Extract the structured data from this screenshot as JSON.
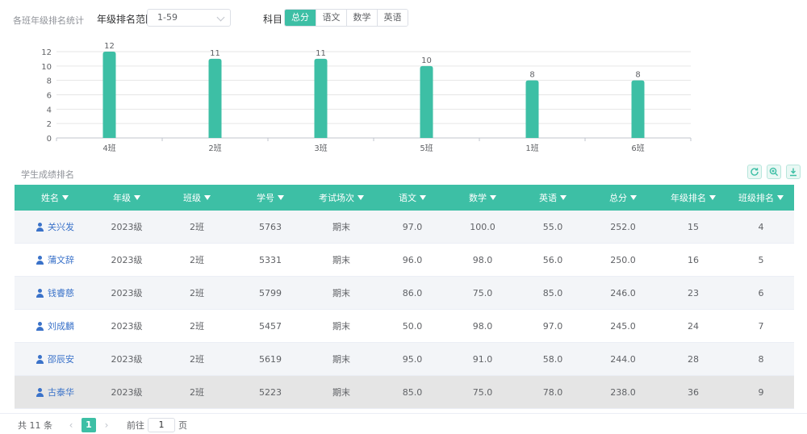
{
  "filters": {
    "chart_title": "各班年级排名统计",
    "range_label": "年级排名范围",
    "range_value": "1-59",
    "subject_label": "科目",
    "subjects": [
      {
        "label": "总分",
        "active": true
      },
      {
        "label": "语文",
        "active": false
      },
      {
        "label": "数学",
        "active": false
      },
      {
        "label": "英语",
        "active": false
      }
    ]
  },
  "chart_data": {
    "type": "bar",
    "categories": [
      "4班",
      "2班",
      "3班",
      "5班",
      "1班",
      "6班"
    ],
    "values": [
      12,
      11,
      11,
      10,
      8,
      8
    ],
    "ylim": [
      0,
      12
    ],
    "yticks": [
      0,
      2,
      4,
      6,
      8,
      10,
      12
    ],
    "data_labels": true,
    "grid": true,
    "bar_color": "#3dbfa5"
  },
  "table": {
    "title": "学生成绩排名",
    "columns": [
      "姓名",
      "年级",
      "班级",
      "学号",
      "考试场次",
      "语文",
      "数学",
      "英语",
      "总分",
      "年级排名",
      "班级排名"
    ],
    "rows": [
      [
        "关兴发",
        "2023级",
        "2班",
        "5763",
        "期末",
        "97.0",
        "100.0",
        "55.0",
        "252.0",
        "15",
        "4"
      ],
      [
        "蒲文辞",
        "2023级",
        "2班",
        "5331",
        "期末",
        "96.0",
        "98.0",
        "56.0",
        "250.0",
        "16",
        "5"
      ],
      [
        "钱睿慈",
        "2023级",
        "2班",
        "5799",
        "期末",
        "86.0",
        "75.0",
        "85.0",
        "246.0",
        "23",
        "6"
      ],
      [
        "刘成麟",
        "2023级",
        "2班",
        "5457",
        "期末",
        "50.0",
        "98.0",
        "97.0",
        "245.0",
        "24",
        "7"
      ],
      [
        "邵辰安",
        "2023级",
        "2班",
        "5619",
        "期末",
        "95.0",
        "91.0",
        "58.0",
        "244.0",
        "28",
        "8"
      ],
      [
        "古泰华",
        "2023级",
        "2班",
        "5223",
        "期末",
        "85.0",
        "75.0",
        "78.0",
        "238.0",
        "36",
        "9"
      ]
    ]
  },
  "pager": {
    "total": "共 11 条",
    "prev": "‹",
    "current": "1",
    "next": "›",
    "goto_prefix": "前往",
    "goto_value": "1",
    "goto_suffix": "页"
  },
  "colors": {
    "accent": "#3dbfa5",
    "link": "#3a72c9"
  }
}
